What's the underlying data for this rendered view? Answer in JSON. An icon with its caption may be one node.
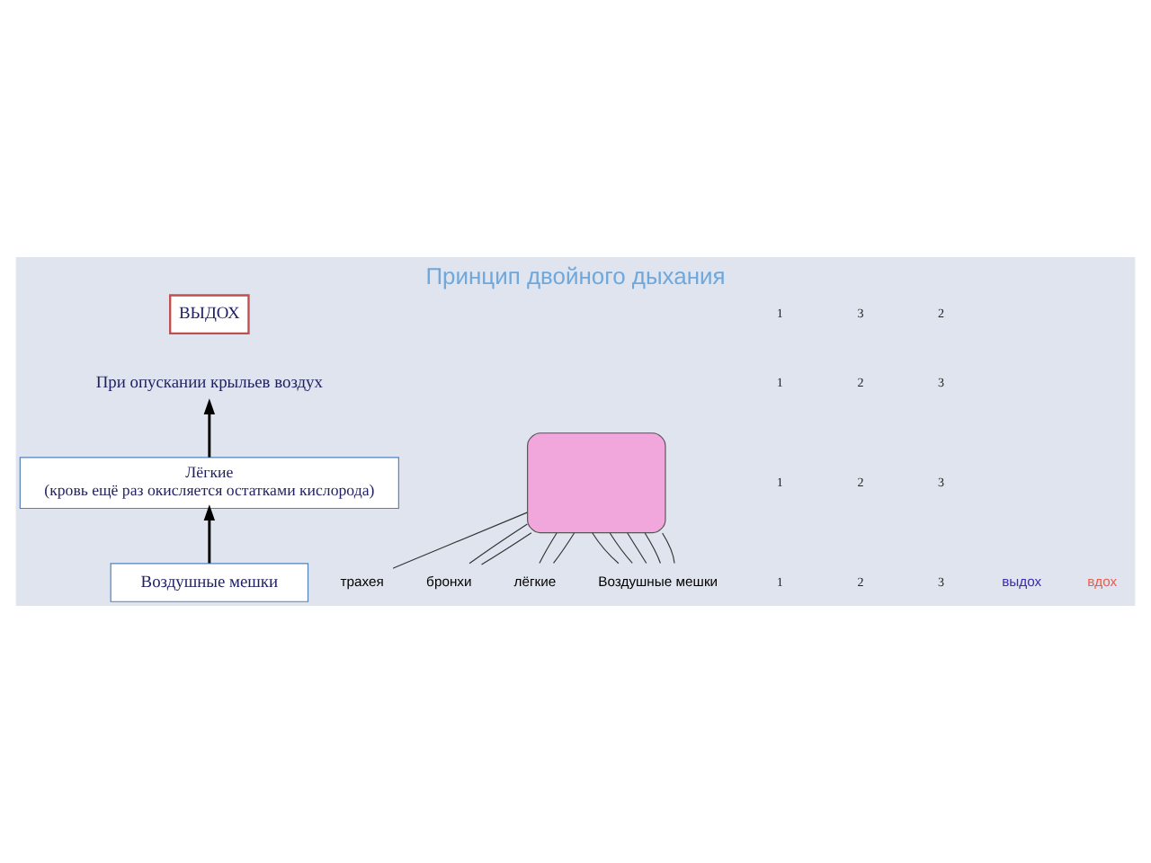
{
  "diagram": {
    "title": "Принцип двойного дыхания",
    "nodes": [
      {
        "text": [
          "ВЫДОХ"
        ]
      },
      {
        "text": [
          "При опускании крыльев воздух"
        ]
      },
      {
        "text": [
          "Лёгкие",
          "(кровь ещё раз окисляется остатками кислорода)"
        ]
      },
      {
        "text": [
          "Воздушные мешки"
        ]
      },
      {
        "text": [
          "трахея"
        ]
      },
      {
        "text": [
          "бронхи"
        ]
      },
      {
        "text": [
          "лёгкие"
        ]
      },
      {
        "text": [
          "Воздушные мешки"
        ]
      },
      {
        "text": [],
        "shape": "box"
      }
    ],
    "edges": [
      {
        "from": 3,
        "to": 2,
        "arrow": "to"
      },
      {
        "from": 2,
        "to": 1,
        "arrow": "to"
      },
      {
        "from": 4,
        "to": 8,
        "arrow": "none"
      },
      {
        "from": 5,
        "to": 8,
        "arrow": "none"
      },
      {
        "from": 5,
        "to": 8,
        "arrow": "none"
      },
      {
        "from": 6,
        "to": 8,
        "arrow": "none"
      },
      {
        "from": 6,
        "to": 8,
        "arrow": "none"
      },
      {
        "from": 7,
        "to": 8,
        "arrow": "none"
      },
      {
        "from": 7,
        "to": 8,
        "arrow": "none"
      },
      {
        "from": 7,
        "to": 8,
        "arrow": "none"
      },
      {
        "from": 7,
        "to": 8,
        "arrow": "none"
      },
      {
        "from": 7,
        "to": 8,
        "arrow": "none"
      }
    ],
    "labels": [
      "1",
      "3",
      "2",
      "1",
      "2",
      "3",
      "1",
      "2",
      "3",
      "1",
      "2",
      "3"
    ],
    "legend": [
      {
        "text": "выдох"
      },
      {
        "text": "вдох"
      }
    ]
  }
}
